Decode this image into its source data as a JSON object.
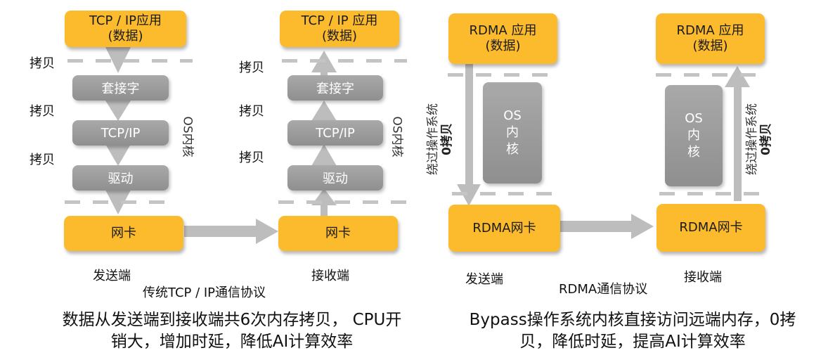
{
  "colors": {
    "box_yellow": "#fbbb2c",
    "box_gray": "#9e9e9e",
    "arrow_gray": "#c0c0c0",
    "dash_gray": "#c4c4c4"
  },
  "tcp": {
    "sender": {
      "app_line1": "TCP / IP应用",
      "app_line2": "(数据)",
      "layers": [
        "套接字",
        "TCP/IP",
        "驱动"
      ],
      "nic": "网卡",
      "copy_labels": [
        "拷贝",
        "拷贝",
        "拷贝"
      ],
      "os_kernel": "OS内核",
      "side_label": "发送端"
    },
    "receiver": {
      "app_line1": "TCP / IP 应用",
      "app_line2": "(数据)",
      "layers": [
        "套接字",
        "TCP/IP",
        "驱动"
      ],
      "nic": "网卡",
      "copy_labels": [
        "拷贝",
        "拷贝",
        "拷贝"
      ],
      "os_kernel": "OS内核",
      "side_label": "接收端"
    },
    "protocol_label": "传统TCP / IP通信协议",
    "caption_line1": "数据从发送端到接收端共6次内存拷贝， CPU开",
    "caption_line2": "销大，增加时延，降低AI计算效率"
  },
  "rdma": {
    "sender": {
      "app_line1": "RDMA 应用",
      "app_line2": "(数据)",
      "os_kernel": [
        "OS",
        "内",
        "核"
      ],
      "bypass_line1": "绕过操作系统",
      "bypass_line2": "0拷贝",
      "nic": "RDMA网卡",
      "side_label": "发送端"
    },
    "receiver": {
      "app_line1": "RDMA 应用",
      "app_line2": "(数据)",
      "os_kernel": [
        "OS",
        "内",
        "核"
      ],
      "bypass_line1": "绕过操作系统",
      "bypass_line2": "0拷贝",
      "nic": "RDMA网卡",
      "side_label": "接收端"
    },
    "protocol_label": "RDMA通信协议",
    "caption_line1": "Bypass操作系统内核直接访问远端内存，0拷",
    "caption_line2": "贝，降低时延，提高AI计算效率"
  }
}
